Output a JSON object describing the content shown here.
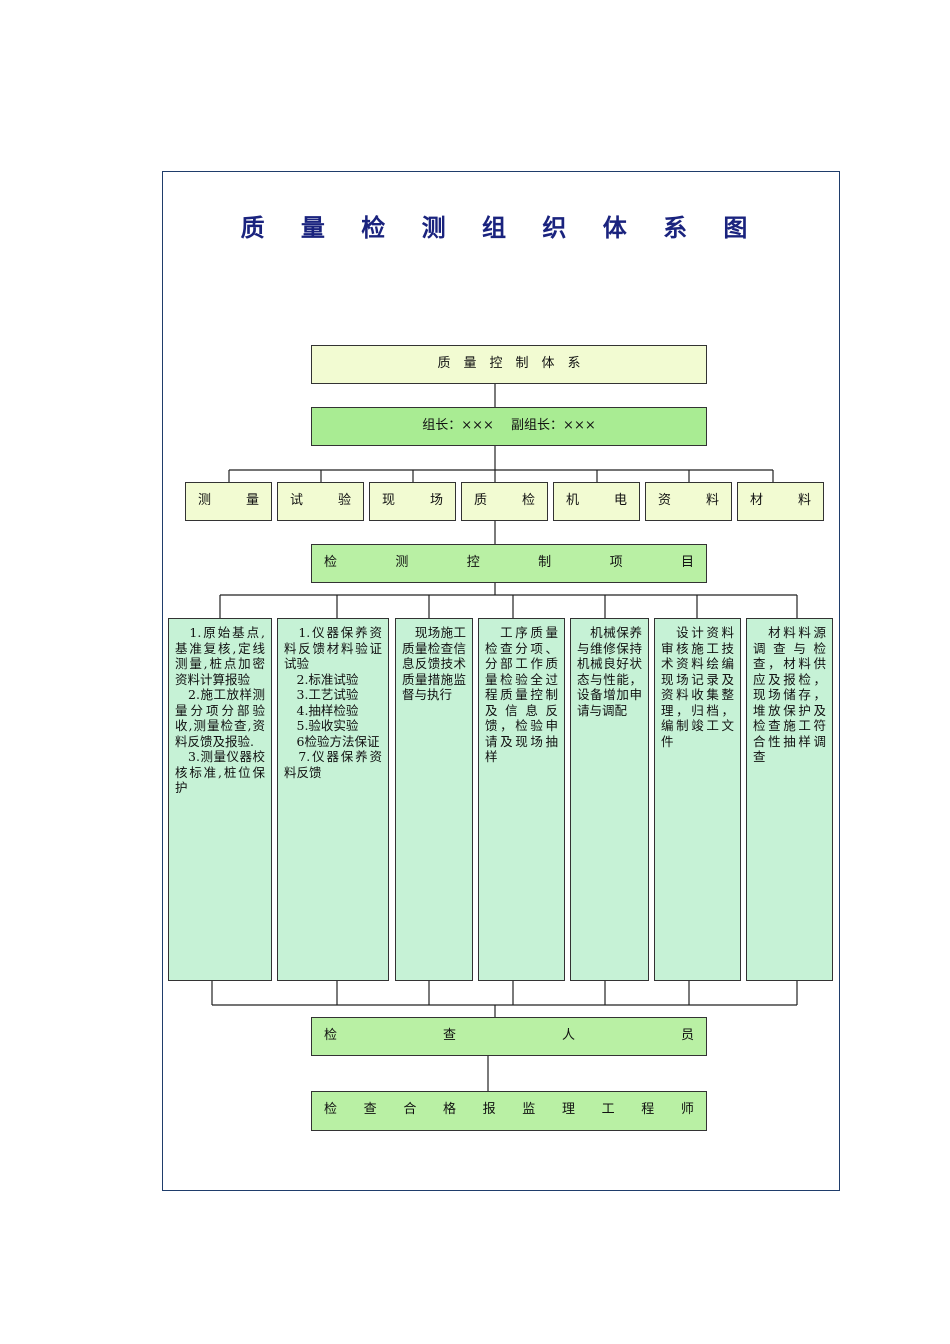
{
  "title": "质 量 检 测 组 织 体 系 图",
  "system": "质　量　控　制　体　系",
  "leaders": "组长：×××　 副组长：×××",
  "departments": [
    [
      "测",
      "量"
    ],
    [
      "试",
      "验"
    ],
    [
      "现",
      "场"
    ],
    [
      "质",
      "检"
    ],
    [
      "机",
      "电"
    ],
    [
      "资",
      "料"
    ],
    [
      "材",
      "料"
    ]
  ],
  "control_items": [
    "检",
    "测",
    "控",
    "制",
    "项",
    "目"
  ],
  "details": [
    "　1.原始基点,基准复核,定线测量,桩点加密资料计算报验\n　2.施工放样测量分项分部验收,测量检查,资料反馈及报验.\n　3.测量仪器校核标准,桩位保护",
    "　1.仪器保养资料反馈材料验证试验\n　2.标准试验\n　3.工艺试验\n　4.抽样检验\n　5.验收实验\n　6检验方法保证\n　7.仪器保养资料反馈",
    "　现场施工质量检查信息反馈技术质量措施监督与执行",
    "　工序质量检查分项、分部工作质量检验全过程质量控制及信息反馈，检验申请及现场抽样",
    "　机械保养与维修保持机械良好状态与性能，设备增加申请与调配",
    "　设计资料审核施工技术资料绘编现场记录及资料收集整理，归档，编制竣工文件",
    "　材料料源调查与检查，材料供应及报检，现场储存，堆放保护及检查施工符合性抽样调查"
  ],
  "inspectors": [
    "检",
    "查",
    "人",
    "员"
  ],
  "supervisor": [
    "检",
    "查",
    "合",
    "格",
    "报",
    "监",
    "理",
    "工",
    "程",
    "师"
  ]
}
